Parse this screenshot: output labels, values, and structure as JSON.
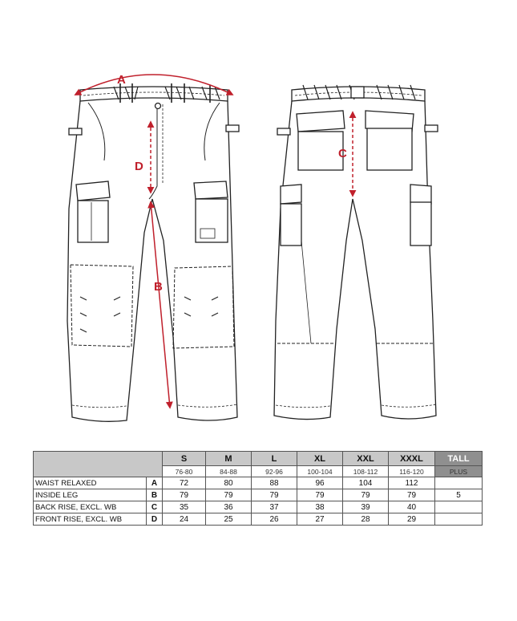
{
  "markers": {
    "a": "A",
    "b": "B",
    "c": "C",
    "d": "D"
  },
  "colors": {
    "accent": "#c0202c",
    "line": "#222222",
    "header_grey": "#c8c8c8",
    "tall_grey": "#8f8f8f"
  },
  "table": {
    "sizes": [
      {
        "label": "S",
        "range": "76-80"
      },
      {
        "label": "M",
        "range": "84-88"
      },
      {
        "label": "L",
        "range": "92-96"
      },
      {
        "label": "XL",
        "range": "100-104"
      },
      {
        "label": "XXL",
        "range": "108-112"
      },
      {
        "label": "XXXL",
        "range": "116-120"
      }
    ],
    "tall": {
      "label": "TALL",
      "sub": "PLUS"
    },
    "rows": [
      {
        "name": "WAIST RELAXED",
        "code": "A",
        "values": [
          "72",
          "80",
          "88",
          "96",
          "104",
          "112"
        ],
        "tall": ""
      },
      {
        "name": "INSIDE LEG",
        "code": "B",
        "values": [
          "79",
          "79",
          "79",
          "79",
          "79",
          "79"
        ],
        "tall": "5"
      },
      {
        "name": "BACK RISE, EXCL. WB",
        "code": "C",
        "values": [
          "35",
          "36",
          "37",
          "38",
          "39",
          "40"
        ],
        "tall": ""
      },
      {
        "name": "FRONT RISE, EXCL. WB",
        "code": "D",
        "values": [
          "24",
          "25",
          "26",
          "27",
          "28",
          "29"
        ],
        "tall": ""
      }
    ]
  }
}
